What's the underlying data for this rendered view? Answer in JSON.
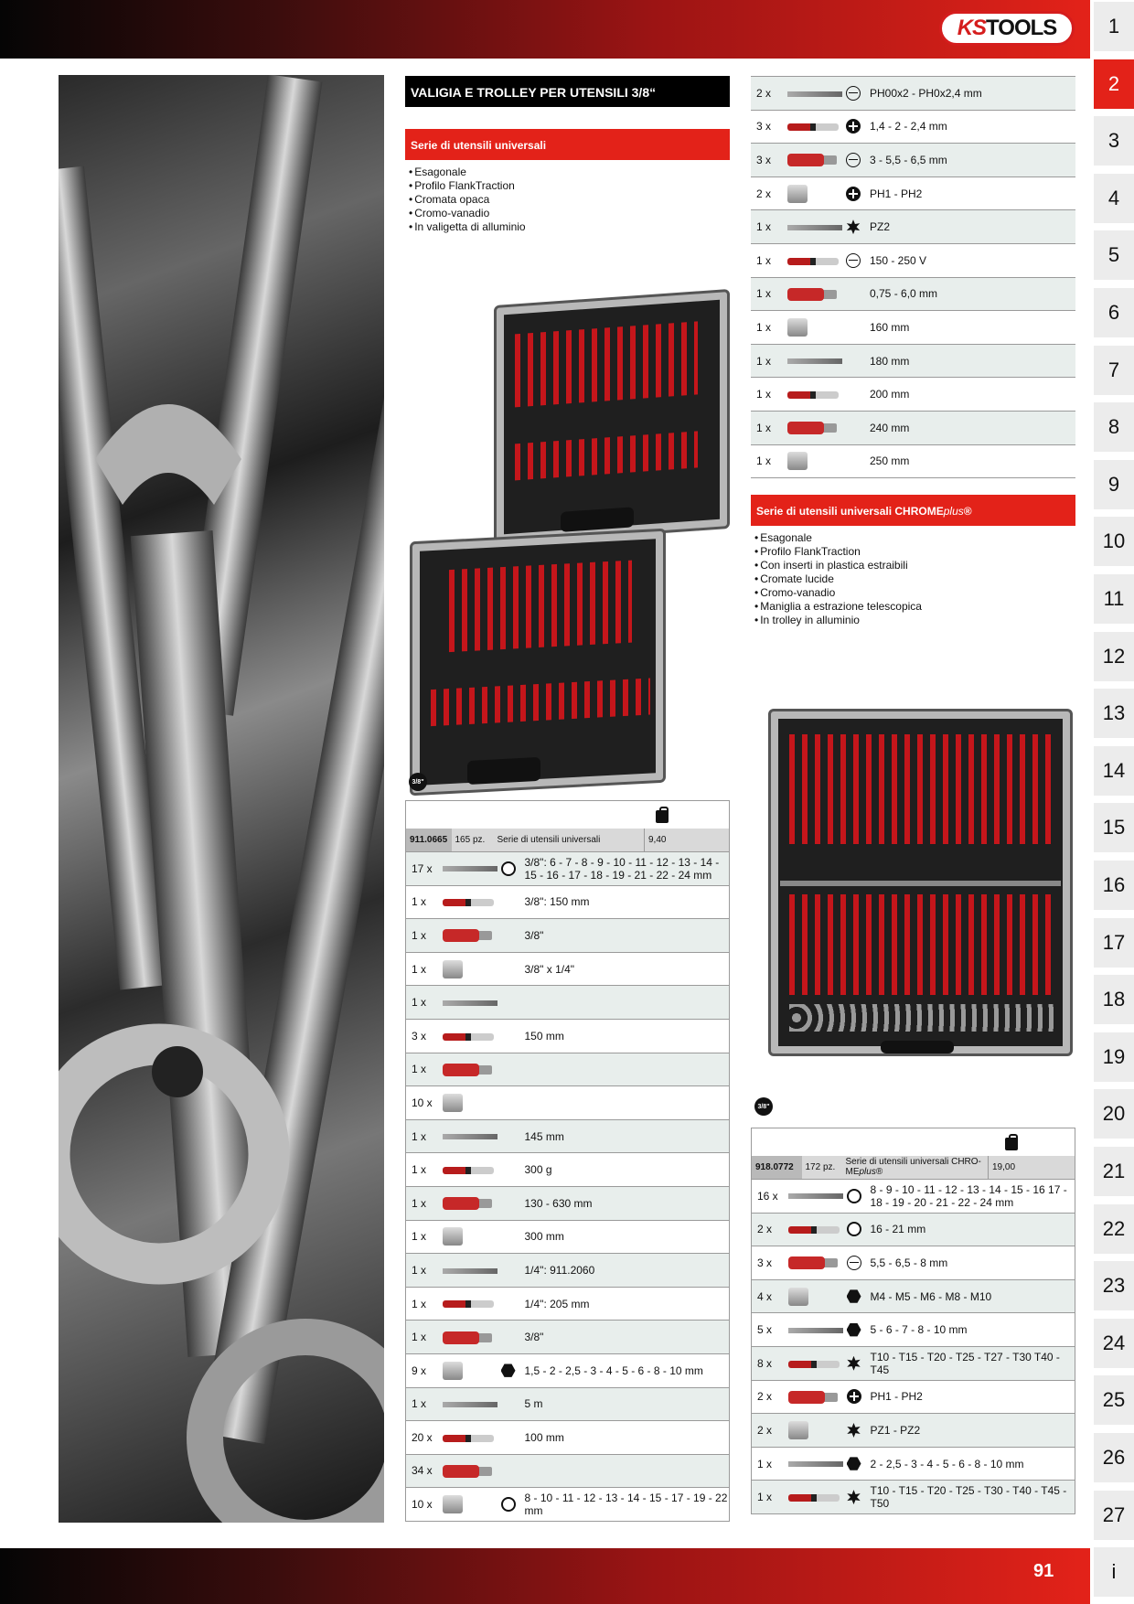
{
  "header": {
    "logo_ks": "KS",
    "logo_tools": "TOOLS"
  },
  "footer": {
    "page_number": "91"
  },
  "tabs": [
    "1",
    "2",
    "3",
    "4",
    "5",
    "6",
    "7",
    "8",
    "9",
    "10",
    "11",
    "12",
    "13",
    "14",
    "15",
    "16",
    "17",
    "18",
    "19",
    "20",
    "21",
    "22",
    "23",
    "24",
    "25",
    "26",
    "27",
    "i"
  ],
  "active_tab": "2",
  "section_title": "VALIGIA E TROLLEY PER UTENSILI 3/8“",
  "set1": {
    "heading": "Serie di utensili universali",
    "bullets": [
      "Esagonale",
      "Profilo FlankTraction",
      "Cromata opaca",
      "Cromo-vanadio",
      "In valigetta di alluminio"
    ],
    "badge": "3/8\"",
    "article": {
      "number": "911.0665",
      "pieces": "165 pz.",
      "name": "Serie di utensili universali",
      "weight": "9,40"
    },
    "rows": [
      {
        "qty": "17 x",
        "desc": "3/8\": 6 - 7 - 8 - 9 - 10 - 11 - 12 - 13 - 14 - 15 - 16 - 17 - 18 - 19 - 21 - 22 - 24 mm",
        "symbol": "ring"
      },
      {
        "qty": "1 x",
        "desc": "3/8\": 150 mm"
      },
      {
        "qty": "1 x",
        "desc": "3/8\""
      },
      {
        "qty": "1 x",
        "desc": "3/8\" x 1/4\""
      },
      {
        "qty": "1 x",
        "desc": ""
      },
      {
        "qty": "3 x",
        "desc": "150 mm"
      },
      {
        "qty": "1 x",
        "desc": ""
      },
      {
        "qty": "10 x",
        "desc": ""
      },
      {
        "qty": "1 x",
        "desc": "145 mm"
      },
      {
        "qty": "1 x",
        "desc": "300 g"
      },
      {
        "qty": "1 x",
        "desc": "130 - 630 mm"
      },
      {
        "qty": "1 x",
        "desc": "300 mm"
      },
      {
        "qty": "1 x",
        "desc": "1/4\": 911.2060"
      },
      {
        "qty": "1 x",
        "desc": "1/4\": 205 mm"
      },
      {
        "qty": "1 x",
        "desc": "3/8\""
      },
      {
        "qty": "9 x",
        "desc": "1,5 - 2 - 2,5 - 3 - 4 - 5 - 6 - 8 - 10 mm",
        "symbol": "hex"
      },
      {
        "qty": "1 x",
        "desc": "5 m"
      },
      {
        "qty": "20 x",
        "desc": "100 mm"
      },
      {
        "qty": "34 x",
        "desc": ""
      },
      {
        "qty": "10 x",
        "desc": "8 - 10 - 11 - 12 - 13 - 14 - 15 - 17 - 19 - 22 mm",
        "symbol": "ring"
      }
    ]
  },
  "screwdriver_rows": [
    {
      "qty": "2 x",
      "desc": "PH00x2 - PH0x2,4 mm",
      "symbol": "slot"
    },
    {
      "qty": "3 x",
      "desc": "1,4 - 2 - 2,4 mm",
      "symbol": "ph"
    },
    {
      "qty": "3 x",
      "desc": "3 - 5,5 - 6,5 mm",
      "symbol": "slot"
    },
    {
      "qty": "2 x",
      "desc": "PH1 - PH2",
      "symbol": "ph"
    },
    {
      "qty": "1 x",
      "desc": "PZ2",
      "symbol": "torx"
    },
    {
      "qty": "1 x",
      "desc": "150 - 250 V",
      "symbol": "slot"
    },
    {
      "qty": "1 x",
      "desc": "0,75 - 6,0 mm"
    },
    {
      "qty": "1 x",
      "desc": "160 mm"
    },
    {
      "qty": "1 x",
      "desc": "180 mm"
    },
    {
      "qty": "1 x",
      "desc": "200 mm"
    },
    {
      "qty": "1 x",
      "desc": "240 mm"
    },
    {
      "qty": "1 x",
      "desc": "250 mm"
    }
  ],
  "set2": {
    "heading_main": "Serie di utensili universali CHROME",
    "heading_italic": "plus",
    "heading_reg": "®",
    "bullets": [
      "Esagonale",
      "Profilo FlankTraction",
      "Con inserti in plastica estraibili",
      "Cromate lucide",
      "Cromo-vanadio",
      "Maniglia a estrazione telescopica",
      "In trolley in alluminio"
    ],
    "badge": "3/8\"",
    "article": {
      "number": "918.0772",
      "pieces": "172 pz.",
      "name": "Serie di utensili universali CHRO-ME",
      "name_italic": "plus",
      "name_reg": "®",
      "weight": "19,00"
    },
    "rows": [
      {
        "qty": "16 x",
        "desc": "8 - 9 - 10 - 11 - 12 - 13 - 14 - 15 - 16 17 - 18 - 19 - 20 - 21 - 22 - 24 mm",
        "symbol": "ring"
      },
      {
        "qty": "2 x",
        "desc": "16 - 21 mm",
        "symbol": "ring"
      },
      {
        "qty": "3 x",
        "desc": "5,5 - 6,5 - 8 mm",
        "symbol": "slot"
      },
      {
        "qty": "4 x",
        "desc": "M4 - M5 - M6 - M8 - M10",
        "symbol": "hex"
      },
      {
        "qty": "5 x",
        "desc": "5 - 6 - 7 - 8 - 10 mm",
        "symbol": "hex"
      },
      {
        "qty": "8 x",
        "desc": "T10 - T15 - T20 - T25 - T27 - T30 T40 - T45",
        "symbol": "torx"
      },
      {
        "qty": "2 x",
        "desc": "PH1 - PH2",
        "symbol": "ph"
      },
      {
        "qty": "2 x",
        "desc": "PZ1 - PZ2",
        "symbol": "torx"
      },
      {
        "qty": "1 x",
        "desc": "2 - 2,5 - 3 - 4 - 5 - 6 - 8 - 10 mm",
        "symbol": "hex"
      },
      {
        "qty": "1 x",
        "desc": "T10 - T15 - T20 - T25 - T30 - T40 - T45 - T50",
        "symbol": "torx"
      }
    ]
  }
}
